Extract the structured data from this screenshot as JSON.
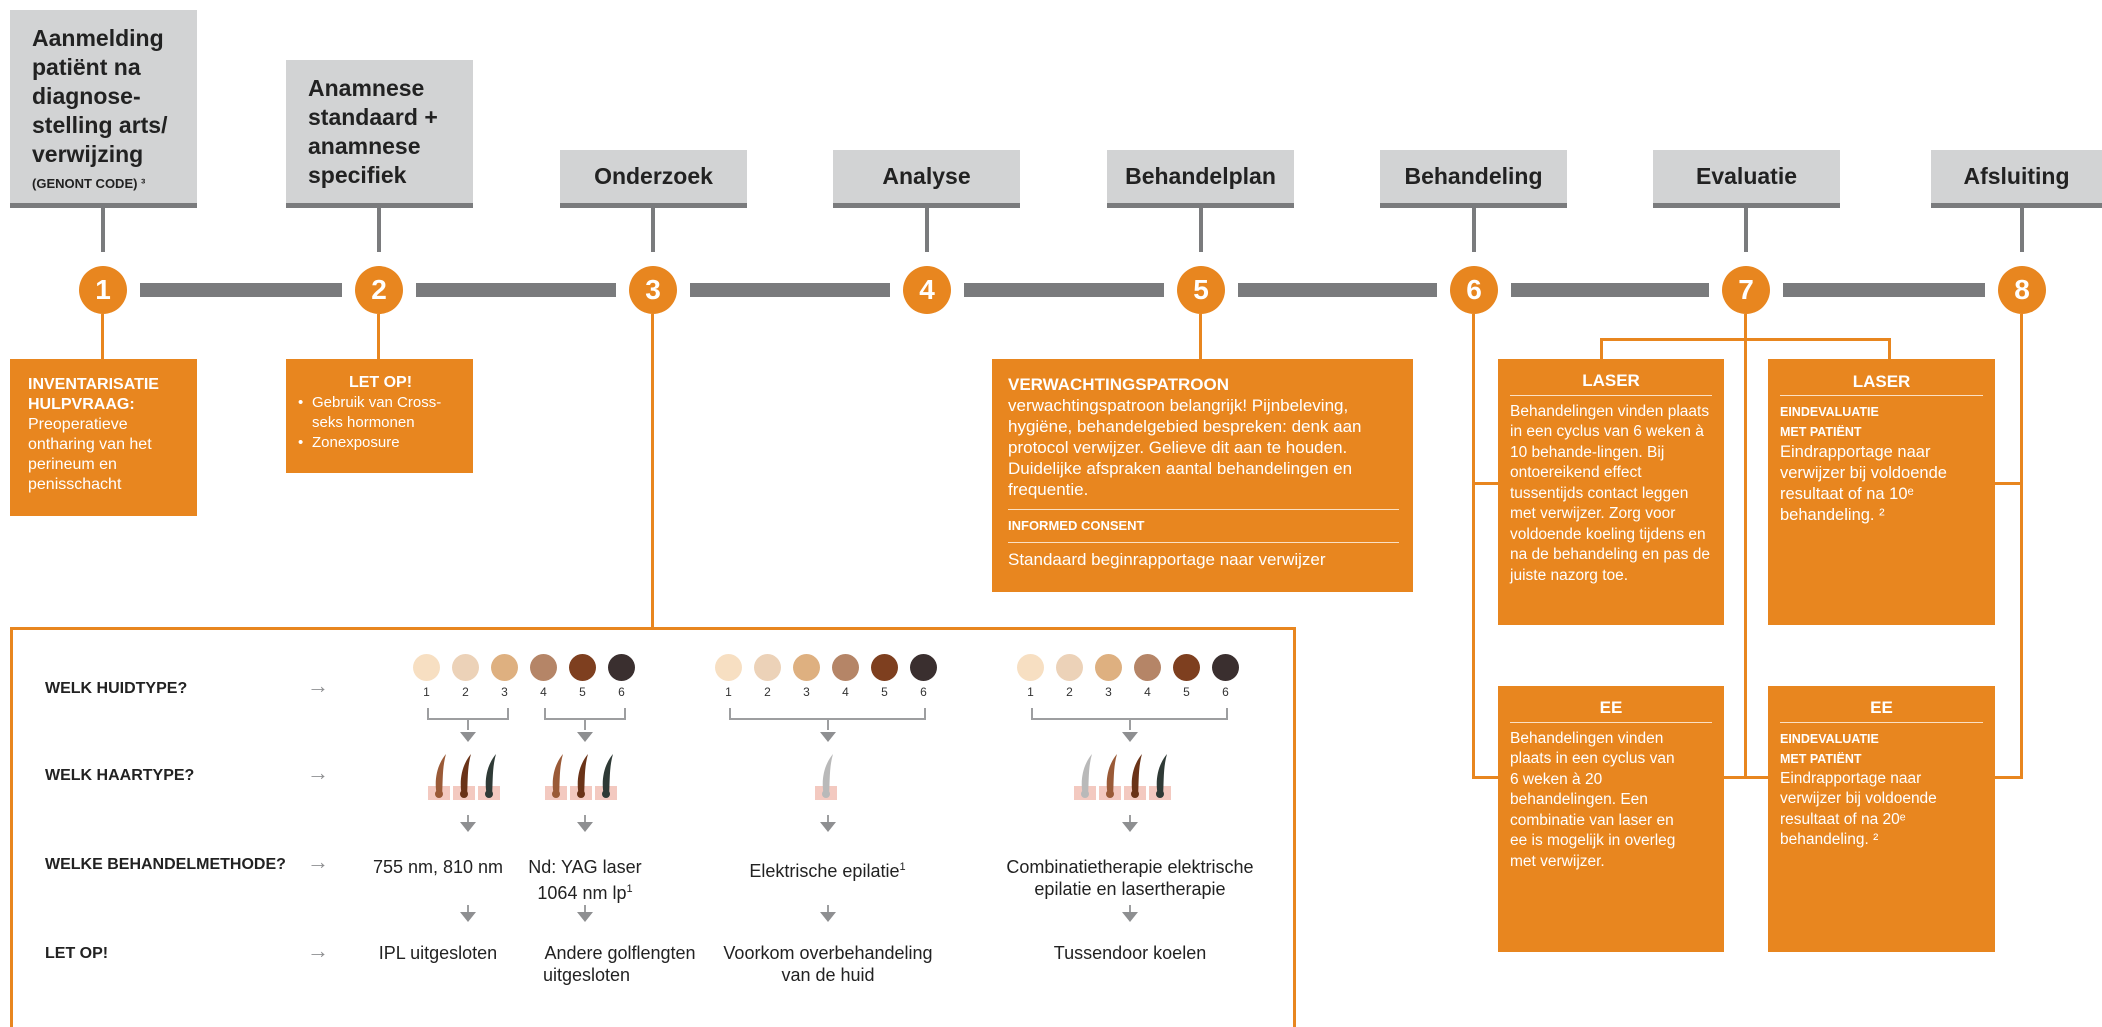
{
  "steps": [
    {
      "number": "1",
      "title_lines": [
        "Aanmelding",
        "patiënt na",
        "diagnose-",
        "stelling arts/",
        "verwijzing"
      ],
      "code": "(GENONT CODE) ³"
    },
    {
      "number": "2",
      "title_lines": [
        "Anamnese",
        "standaard +",
        "anamnese",
        "specifiek"
      ]
    },
    {
      "number": "3",
      "title": "Onderzoek"
    },
    {
      "number": "4",
      "title": "Analyse"
    },
    {
      "number": "5",
      "title": "Behandelplan"
    },
    {
      "number": "6",
      "title": "Behandeling"
    },
    {
      "number": "7",
      "title": "Evaluatie"
    },
    {
      "number": "8",
      "title": "Afsluiting"
    }
  ],
  "box1": {
    "title": "INVENTARISATIE HULPVRAAG:",
    "text": "Preoperatieve ontharing van het perineum en penisschacht"
  },
  "box2": {
    "title": "LET OP!",
    "items": [
      "Gebruik van Cross-seks hormonen",
      "Zonexposure"
    ]
  },
  "box5": {
    "title": "VERWACHTINGSPATROON",
    "text": "verwachtingspatroon belangrijk! Pijnbeleving, hygiëne, behandelgebied bespreken: denk aan protocol verwijzer. Gelieve dit aan te houden. Duidelijke afspraken aantal behandelingen en frequentie.",
    "sub_title": "INFORMED CONSENT",
    "sub_text": "Standaard beginrapportage naar verwijzer"
  },
  "box6_laser": {
    "title": "LASER",
    "text": "Behandelingen vinden plaats in een cyclus van 6 weken à 10 behande-lingen. Bij ontoereikend effect tussentijds contact leggen met verwijzer. Zorg voor voldoende koeling tijdens en na de behandeling en pas de juiste nazorg toe."
  },
  "box6_ee": {
    "title": "EE",
    "text": "Behandelingen vinden plaats in een cyclus van 6 weken à 20 behandelingen. Een combinatie van laser en ee is mogelijk in overleg met verwijzer."
  },
  "box8_laser": {
    "title": "LASER",
    "sub_title": "EINDEVALUATIE MET PATIËNT",
    "text": "Eindrapportage naar verwijzer bij voldoende resultaat of na 10ᵉ behandeling. ²"
  },
  "box8_ee": {
    "title": "EE",
    "sub_title": "EINDEVALUATIE MET PATIËNT",
    "text": "Eindrapportage naar verwijzer bij voldoende resultaat of na 20ᵉ behandeling. ²"
  },
  "rows": {
    "huidtype": "WELK HUIDTYPE?",
    "haartype": "WELK HAARTYPE?",
    "methode": "WELKE BEHANDELMETHODE?",
    "letop": "LET OP!"
  },
  "skin_numbers": [
    "1",
    "2",
    "3",
    "4",
    "5",
    "6"
  ],
  "skin_colors": [
    "#f7dfc2",
    "#ecd2b8",
    "#deb080",
    "#b58567",
    "#7e3f1f",
    "#3a2f2f"
  ],
  "hair_colors": {
    "light": "#b9b9b9",
    "brown": "#9a5a37",
    "dark_brown": "#6a3318",
    "black": "#2f3a36",
    "skin_bg": "#f3c9c0"
  },
  "methods": {
    "m1": "755 nm, 810 nm",
    "m2_line1": "Nd: YAG laser",
    "m2_line2": "1064 nm lp",
    "m2_sup": "1",
    "m3": "Elektrische epilatie",
    "m3_sup": "1",
    "m4_line1": "Combinatietherapie elektrische",
    "m4_line2": "epilatie en lasertherapie"
  },
  "letop": {
    "l1": "IPL uitgesloten",
    "l2_line1": "Andere golflengten",
    "l2_line2": "uitgesloten",
    "l3_line1": "Voorkom overbehandeling",
    "l3_line2": "van de huid",
    "l4": "Tussendoor koelen"
  },
  "colors": {
    "accent": "#e8861f",
    "grey_header": "#d2d3d4",
    "grey_line": "#7a7b7d"
  }
}
